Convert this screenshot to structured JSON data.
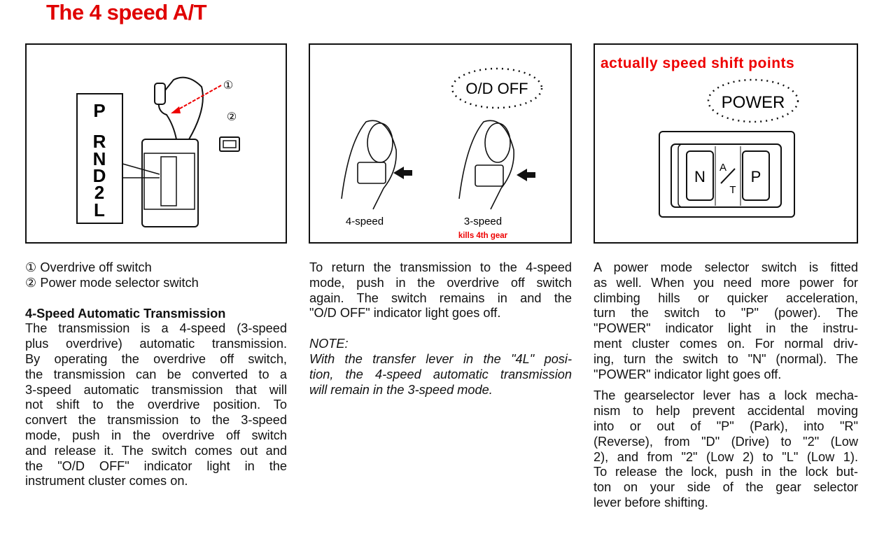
{
  "title": "The 4 speed A/T",
  "figure1": {
    "shift_pattern": [
      "P",
      "R",
      "N",
      "D",
      "2",
      "L"
    ],
    "callouts": [
      "①",
      "②"
    ]
  },
  "figure2": {
    "indicator": "O/D OFF",
    "label_left": "4-speed",
    "label_right": "3-speed",
    "annotation": "kills 4th gear"
  },
  "figure3": {
    "annotation": "actually speed shift points",
    "indicator": "POWER",
    "switch_left": "N",
    "switch_mid_top": "A",
    "switch_mid_bottom": "T",
    "switch_right": "P"
  },
  "col1": {
    "legend": [
      "① Overdrive off switch",
      "② Power mode selector switch"
    ],
    "heading": "4-Speed Automatic Transmission",
    "lines": [
      "The transmission is a 4-speed (3-speed",
      "plus overdrive) automatic transmission.",
      "By operating the overdrive off switch,",
      "the transmission can be converted to a",
      "3-speed automatic transmission that will",
      "not shift to the overdrive position. To",
      "convert the transmission to the 3-speed",
      "mode, push in the overdrive off switch",
      "and release it. The switch comes out and",
      "the \"O/D OFF\" indicator light in the",
      "instrument cluster comes on."
    ]
  },
  "col2": {
    "lines": [
      "To return the transmission to the 4-speed",
      "mode, push in the overdrive off switch",
      "again. The switch remains in and the",
      "\"O/D OFF\" indicator light goes off."
    ],
    "note_label": "NOTE:",
    "note_lines": [
      "With the transfer lever in the \"4L\" posi-",
      "tion, the 4-speed automatic transmission",
      "will remain in the 3-speed mode."
    ]
  },
  "col3": {
    "p1": [
      "A power mode selector switch is fitted",
      "as well. When you need more power for",
      "climbing hills or quicker acceleration,",
      "turn the switch to \"P\" (power). The",
      "\"POWER\" indicator light in the instru-",
      "ment cluster comes on. For normal driv-",
      "ing, turn the switch to \"N\" (normal). The",
      "\"POWER\" indicator light goes off."
    ],
    "p2": [
      "The gearselector lever has a lock mecha-",
      "nism to help prevent accidental moving",
      "into or out of \"P\" (Park), into \"R\"",
      "(Reverse), from \"D\" (Drive) to \"2\" (Low",
      "2), and from \"2\" (Low 2) to \"L\" (Low 1).",
      "To release the lock, push in the lock but-",
      "ton on your side of the gear selector",
      "lever before shifting."
    ]
  }
}
